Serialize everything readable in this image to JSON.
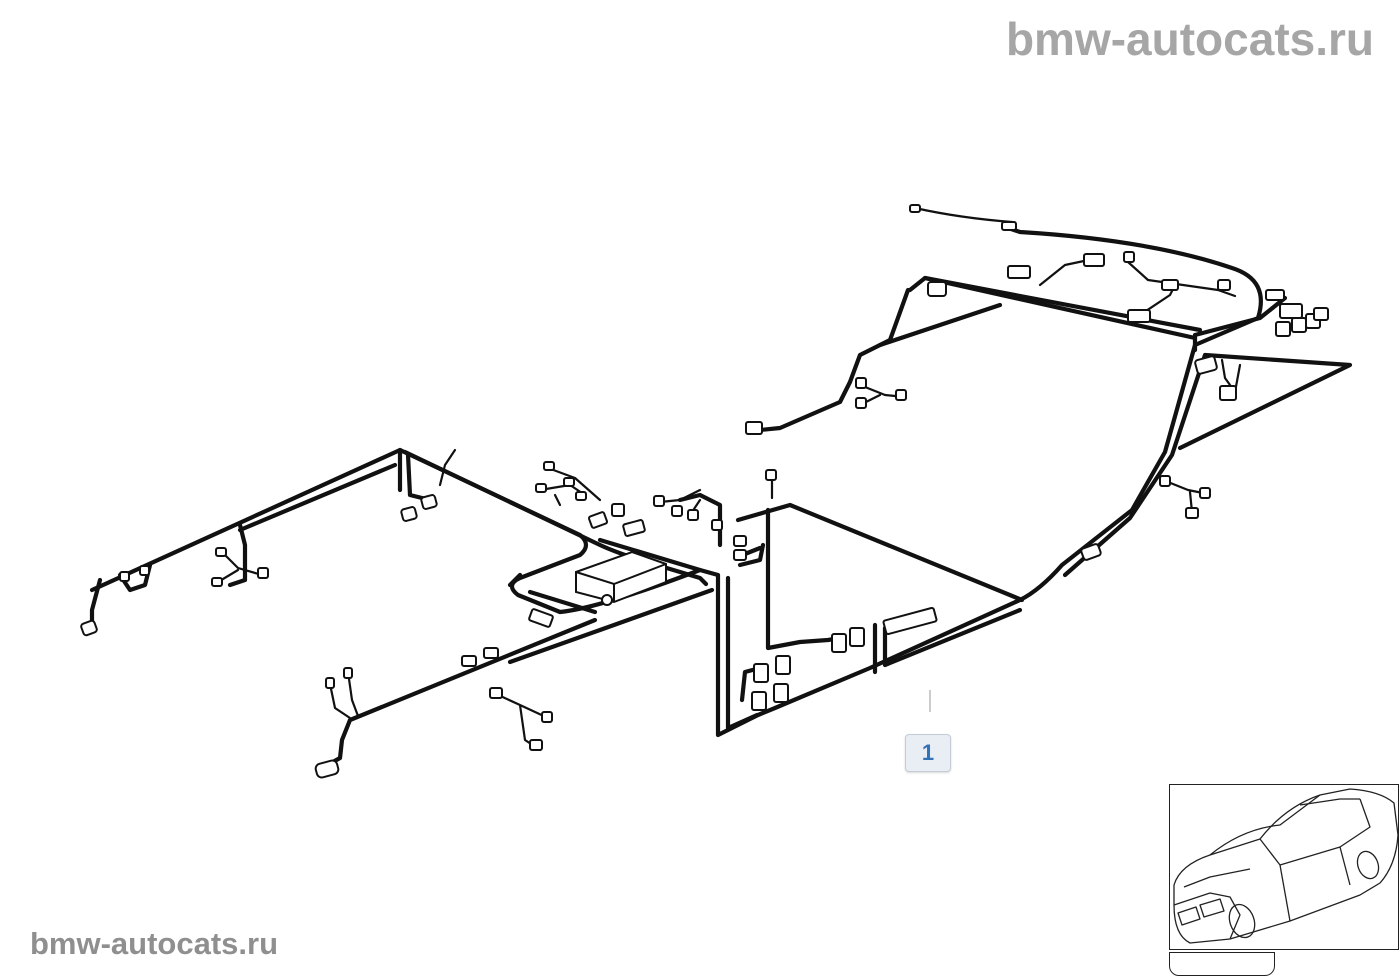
{
  "watermarks": {
    "top": "bmw-autocats.ru",
    "bottom": "bmw-autocats.ru"
  },
  "callouts": [
    {
      "label": "1"
    }
  ],
  "thumbnail": {
    "icon": "car-outline-icon"
  },
  "colors": {
    "wire": "#111111",
    "callout_text": "#3472b8",
    "callout_bg": "#e9eef4",
    "watermark": "#a6a6a6"
  }
}
